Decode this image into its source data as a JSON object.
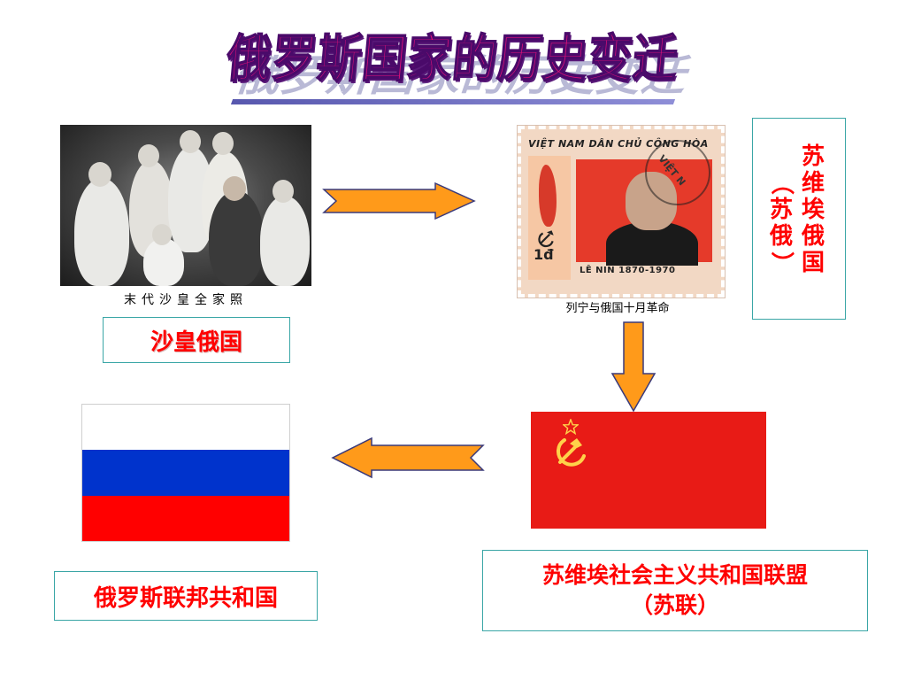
{
  "title": "俄罗斯国家的历史变迁",
  "photo": {
    "caption": "末代沙皇全家照"
  },
  "tsarist_russia": {
    "label": "沙皇俄国"
  },
  "stamp": {
    "top_text": "VIỆT NAM DÂN CHỦ CỘNG HÒA",
    "postmark": "VIỆT N",
    "value": "1đ",
    "bottom_text": "LÊ NIN 1870-1970",
    "caption": "列宁与俄国十月革命"
  },
  "soviet_russia": {
    "label_main": "苏维埃俄国",
    "label_paren": "（苏俄）"
  },
  "russian_federation": {
    "label": "俄罗斯联邦共和国"
  },
  "ussr": {
    "label_line1": "苏维埃社会主义共和国联盟",
    "label_line2": "（苏联）"
  },
  "colors": {
    "label_red": "#ff0000",
    "box_border": "#3aa6a6",
    "arrow_fill": "#ff9a1a",
    "arrow_stroke": "#3a3a7a",
    "ussr_flag_red": "#e81b16",
    "flag_white": "#ffffff",
    "flag_blue": "#0033cc",
    "flag_red": "#ff0000"
  },
  "icons": {
    "hammer_sickle": "hammer-and-sickle-icon",
    "star": "star-icon"
  }
}
